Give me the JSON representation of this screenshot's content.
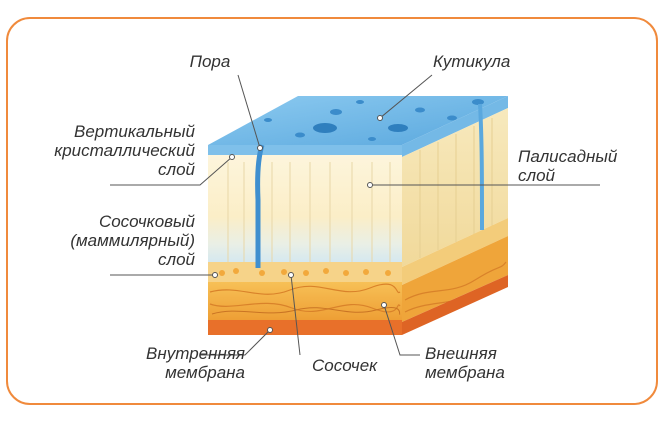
{
  "labels": {
    "pore": "Пора",
    "cuticle": "Кутикула",
    "vertical_line1": "Вертикальный",
    "vertical_line2": "кристаллический",
    "vertical_line3": "слой",
    "palisade_line1": "Палисадный",
    "palisade_line2": "слой",
    "mammillary_line1": "Сосочковый",
    "mammillary_line2": "(маммилярный)",
    "mammillary_line3": "слой",
    "inner_line1": "Внутренняя",
    "inner_line2": "мембрана",
    "papilla": "Сосочек",
    "outer_line1": "Внешняя",
    "outer_line2": "мембрана"
  },
  "colors": {
    "frame": "#f08a3c",
    "cuticle": "#6bb6e6",
    "palisade": "#fbefc8",
    "membrane": "#f2a93c",
    "inner_membrane": "#e8702a"
  }
}
